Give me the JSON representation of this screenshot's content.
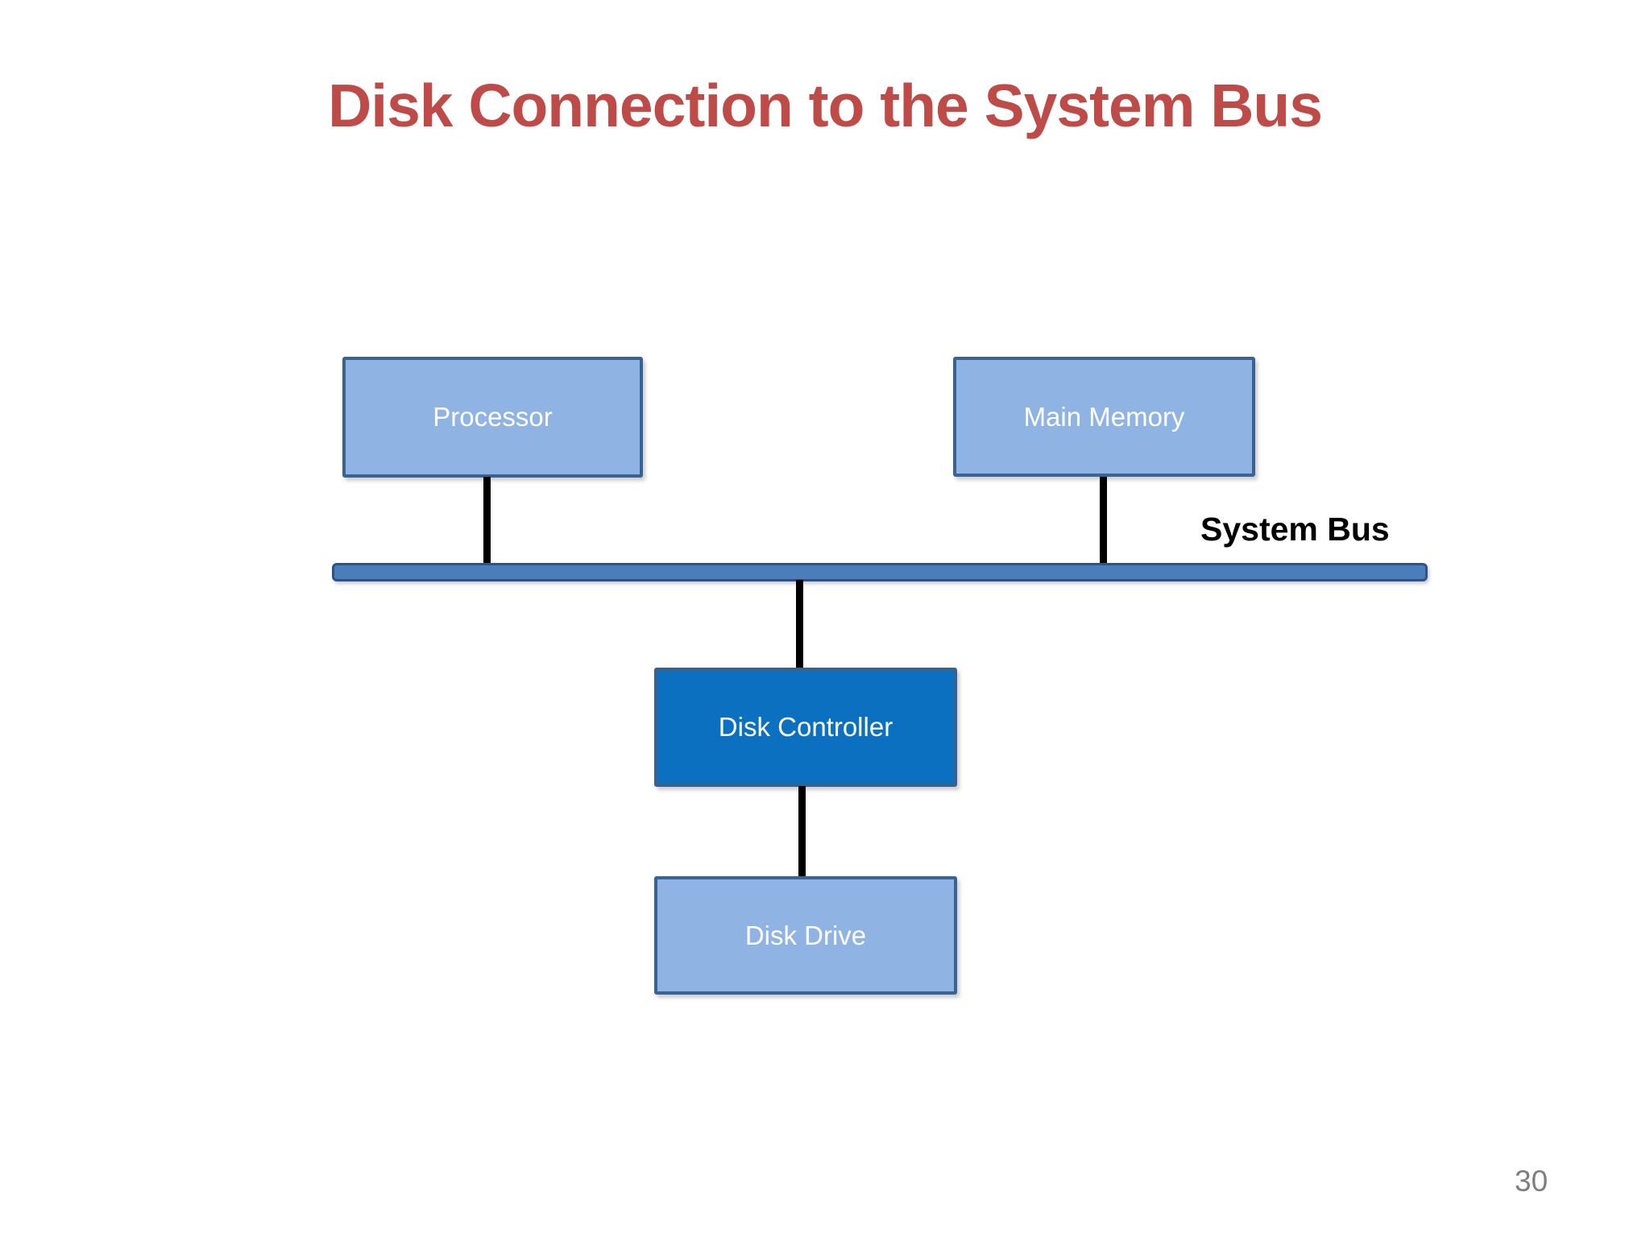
{
  "slide": {
    "title": "Disk Connection to the System Bus",
    "page_number": "30"
  },
  "diagram": {
    "type": "block-diagram",
    "bus_label": "System Bus",
    "nodes": {
      "processor": {
        "label": "Processor",
        "style": "light-blue"
      },
      "main_memory": {
        "label": "Main Memory",
        "style": "light-blue"
      },
      "disk_controller": {
        "label": "Disk Controller",
        "style": "dark-blue"
      },
      "disk_drive": {
        "label": "Disk Drive",
        "style": "light-blue"
      }
    },
    "connections": [
      {
        "from": "processor",
        "to": "system-bus"
      },
      {
        "from": "main-memory",
        "to": "system-bus"
      },
      {
        "from": "system-bus",
        "to": "disk-controller"
      },
      {
        "from": "disk-controller",
        "to": "disk-drive"
      }
    ]
  },
  "colors": {
    "title": "#BE4B48",
    "light_box_fill": "#8FB3E2",
    "light_box_border": "#3A6292",
    "dark_box_fill": "#0B70C0",
    "dark_box_border": "#38618F",
    "bus_fill": "#4A7DBA",
    "bus_border": "#2F5388",
    "connector": "#000000",
    "box_text": "#FFFFFF",
    "bus_label_text": "#000000",
    "page_number": "#7F7F7F"
  }
}
